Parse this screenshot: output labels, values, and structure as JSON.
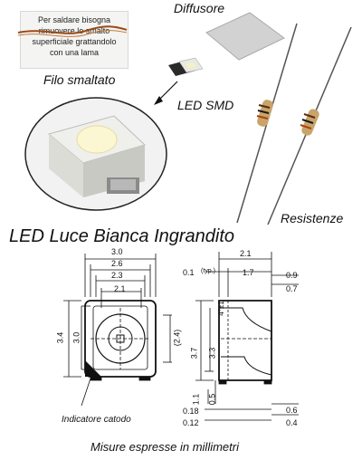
{
  "labels": {
    "diffusore": "Diffusore",
    "filo_smaltato": "Filo smaltato",
    "led_smd": "LED SMD",
    "resistenze": "Resistenze",
    "main_title": "LED Luce Bianca Ingrandito",
    "indicatore_catodo": "Indicatore catodo",
    "footer": "Misure espresse in millimetri"
  },
  "note_lines": [
    "Per saldare bisogna",
    "rimuovere lo smalto",
    "superficiale grattandolo",
    "con una lama"
  ],
  "dimensions": {
    "front_width": "3.0",
    "front_inner": "2.6",
    "front_lens": "2.3",
    "front_center": "2.1",
    "front_height": "3.4",
    "front_height_inner": "3.0",
    "front_lens_h": "(2.4)",
    "side_width": "2.1",
    "side_01": "0.1",
    "side_typ": "(typ.)",
    "side_17": "1.7",
    "side_09": "0.9",
    "side_07": "0.7",
    "side_4pm1": "4°±1",
    "side_37": "3.7",
    "side_33": "3.3",
    "side_11": "1.1",
    "side_05": "0.5",
    "side_018": "0.18",
    "side_012": "0.12",
    "side_06": "0.6",
    "side_04": "0.4"
  },
  "colors": {
    "led_body": "#ececea",
    "led_lens": "#f8f4c8",
    "resistor_body": "#c8a46a",
    "line": "#111111"
  }
}
